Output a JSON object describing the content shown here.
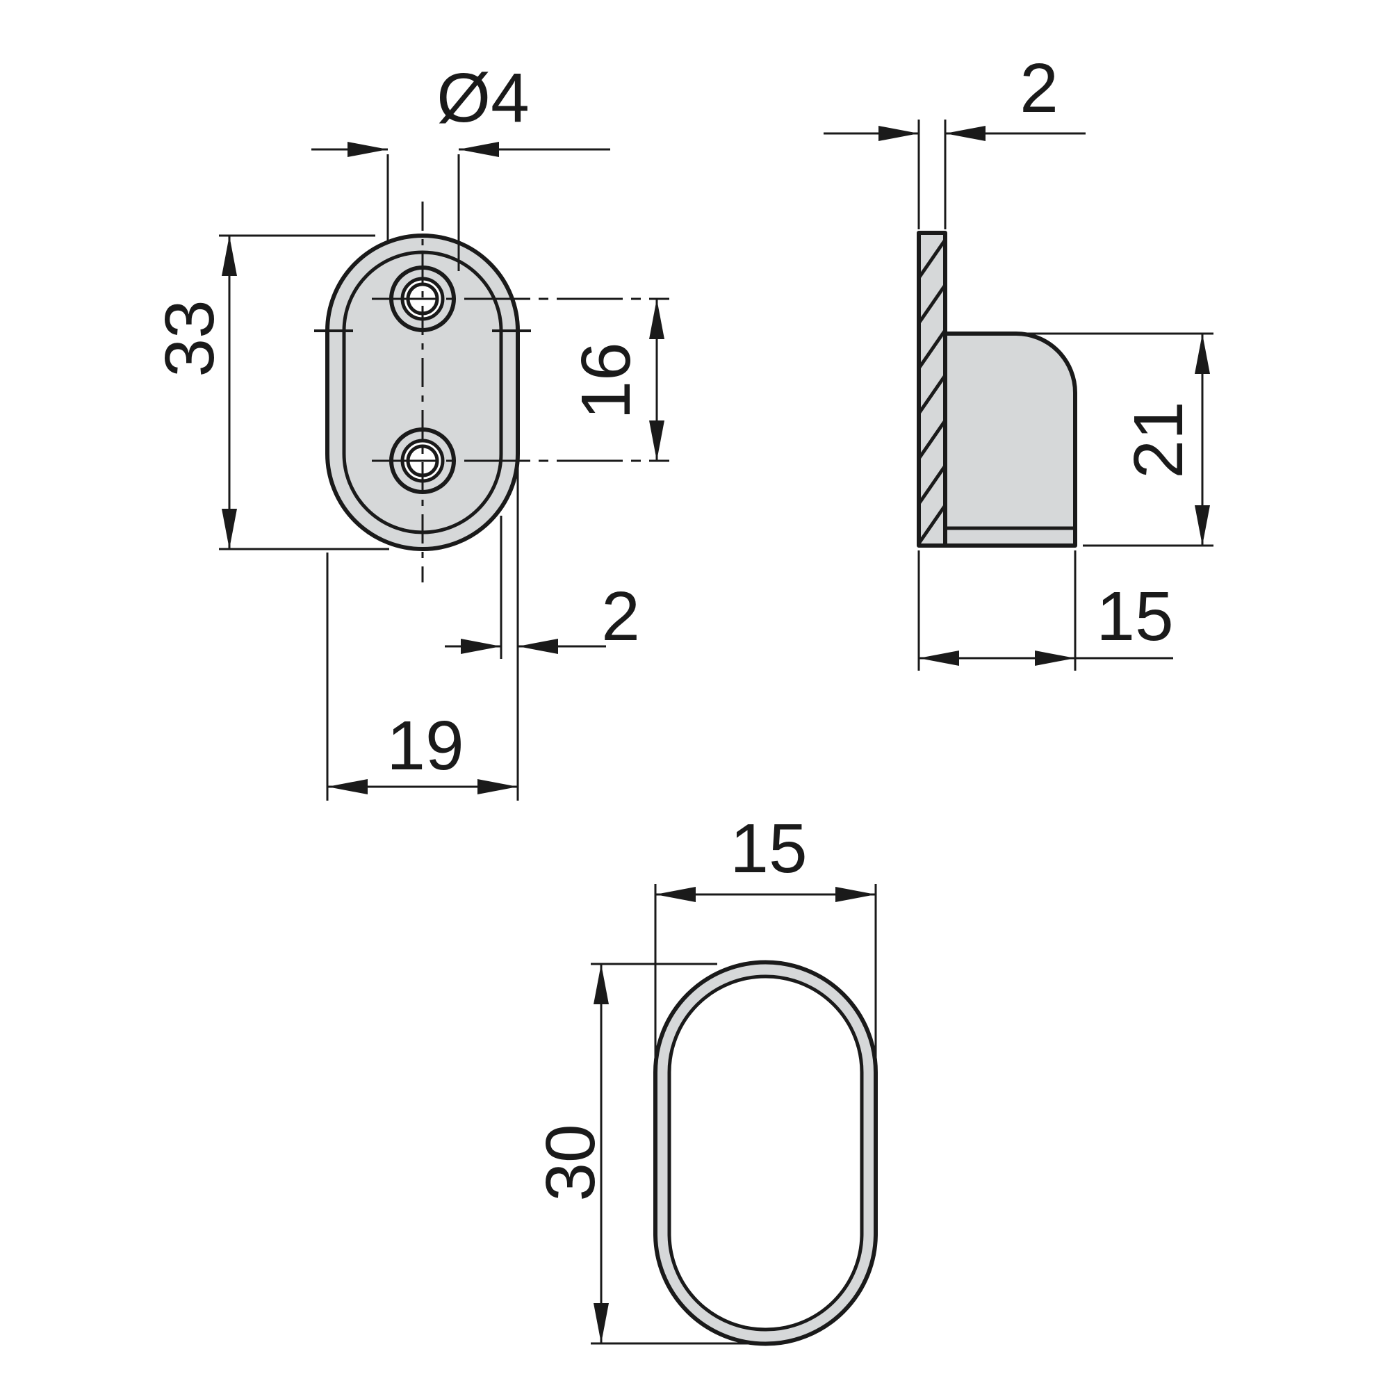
{
  "colors": {
    "line": "#1a1a1a",
    "fill": "#d6d8d9",
    "background": "#ffffff"
  },
  "front_view": {
    "hole_diameter": "Ø4",
    "overall_height": "33",
    "hole_spacing": "16",
    "edge_offset": "2",
    "overall_width": "19"
  },
  "side_view": {
    "plate_thickness": "2",
    "body_height": "21",
    "body_depth": "15"
  },
  "tube_section_view": {
    "tube_width": "15",
    "tube_height": "30"
  }
}
